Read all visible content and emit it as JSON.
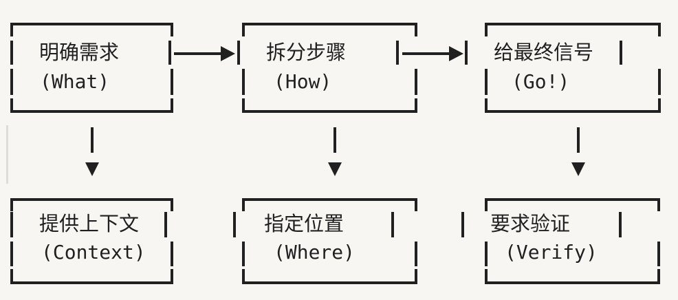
{
  "colors": {
    "background": "#f7f6f3",
    "ink": "#202020",
    "faint_line": "#dcdcd9"
  },
  "boxes": [
    {
      "title": "明确需求",
      "subtitle": "(What)"
    },
    {
      "title": "拆分步骤",
      "subtitle": "(How)"
    },
    {
      "title": "给最终信号",
      "subtitle": "(Go!)"
    },
    {
      "title": "提供上下文",
      "subtitle": "(Context)"
    },
    {
      "title": "指定位置",
      "subtitle": "(Where)"
    },
    {
      "title": "要求验证",
      "subtitle": "(Verify)"
    }
  ],
  "connections": [
    {
      "from": "明确需求 (What)",
      "to": "拆分步骤 (How)",
      "direction": "right"
    },
    {
      "from": "拆分步骤 (How)",
      "to": "给最终信号 (Go!)",
      "direction": "right"
    },
    {
      "from": "明确需求 (What)",
      "to": "提供上下文 (Context)",
      "direction": "down"
    },
    {
      "from": "拆分步骤 (How)",
      "to": "指定位置 (Where)",
      "direction": "down"
    },
    {
      "from": "给最终信号 (Go!)",
      "to": "要求验证 (Verify)",
      "direction": "down"
    }
  ]
}
